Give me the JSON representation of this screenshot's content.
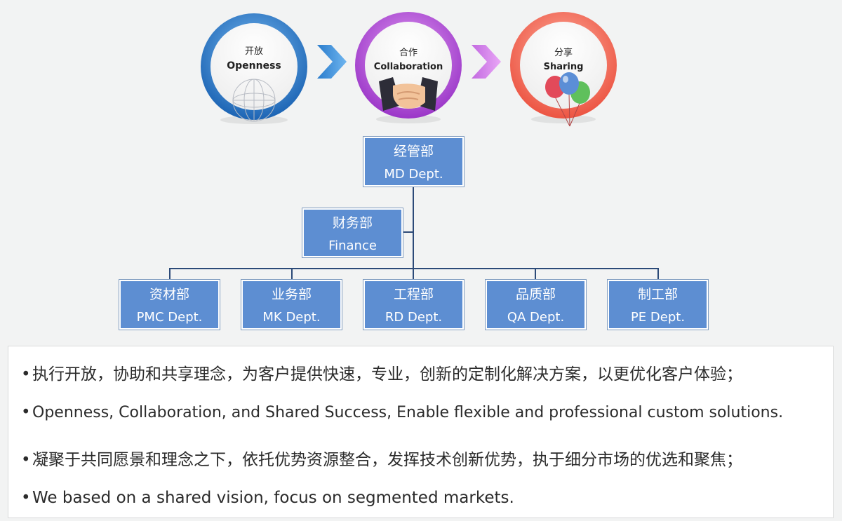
{
  "values_cycle": [
    {
      "cn": "开放",
      "en": "Openness",
      "ring_color": "#2a7ccc",
      "icon": "globe-icon"
    },
    {
      "cn": "合作",
      "en": "Collaboration",
      "ring_color": "#b04ad6",
      "icon": "handshake-icon"
    },
    {
      "cn": "分享",
      "en": "Sharing",
      "ring_color": "#f26c5c",
      "icon": "balloons-icon"
    }
  ],
  "org_chart": {
    "top": {
      "cn": "经管部",
      "en": "MD Dept."
    },
    "staff": {
      "cn": "财务部",
      "en": "Finance"
    },
    "departments": [
      {
        "cn": "资材部",
        "en": "PMC Dept."
      },
      {
        "cn": "业务部",
        "en": "MK Dept."
      },
      {
        "cn": "工程部",
        "en": "RD Dept."
      },
      {
        "cn": "品质部",
        "en": "QA Dept."
      },
      {
        "cn": "制工部",
        "en": "PE Dept."
      }
    ],
    "box_color": "#5d8ed2",
    "line_color": "#2c4a78"
  },
  "statements": [
    "执行开放，协助和共享理念，为客户提供快速，专业，创新的定制化解决方案，以更优化客户体验；",
    "Openness, Collaboration, and Shared Success, Enable flexible and professional custom solutions.",
    "凝聚于共同愿景和理念之下，依托优势资源整合，发挥技术创新优势，执于细分市场的优选和聚焦；",
    "We based on a shared vision, focus on segmented markets."
  ]
}
